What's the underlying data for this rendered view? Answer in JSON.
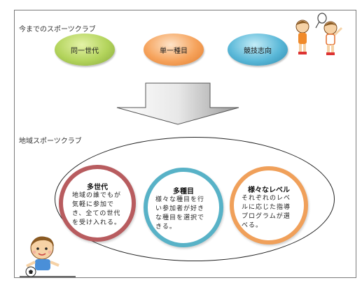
{
  "top_section": {
    "label": "今までのスポーツクラブ",
    "pills": [
      {
        "label": "同一世代",
        "color": "#b3d45c"
      },
      {
        "label": "単一種目",
        "color": "#f6a35c"
      },
      {
        "label": "競技志向",
        "color": "#5ab8d8"
      }
    ]
  },
  "bottom_section": {
    "label": "地域スポーツクラブ",
    "circles": [
      {
        "title": "多世代",
        "lines": [
          "地域の誰でもが",
          "気軽に参加で",
          "き、全ての世代",
          "を受け入れる。"
        ],
        "color": "#b85c5f"
      },
      {
        "title": "多種目",
        "lines": [
          "様々な種目を行",
          "い参加者が好き",
          "な種目を選択で",
          "きる。"
        ],
        "color": "#58b2c7"
      },
      {
        "title": "様々なレベル",
        "lines": [
          "それぞれのレベ",
          "ルに応じた指導",
          "プログラムが選",
          "べる。"
        ],
        "color": "#f0a05a"
      }
    ]
  },
  "icons": [
    "badminton-kids-icon",
    "soccer-kid-icon",
    "down-arrow-icon"
  ]
}
